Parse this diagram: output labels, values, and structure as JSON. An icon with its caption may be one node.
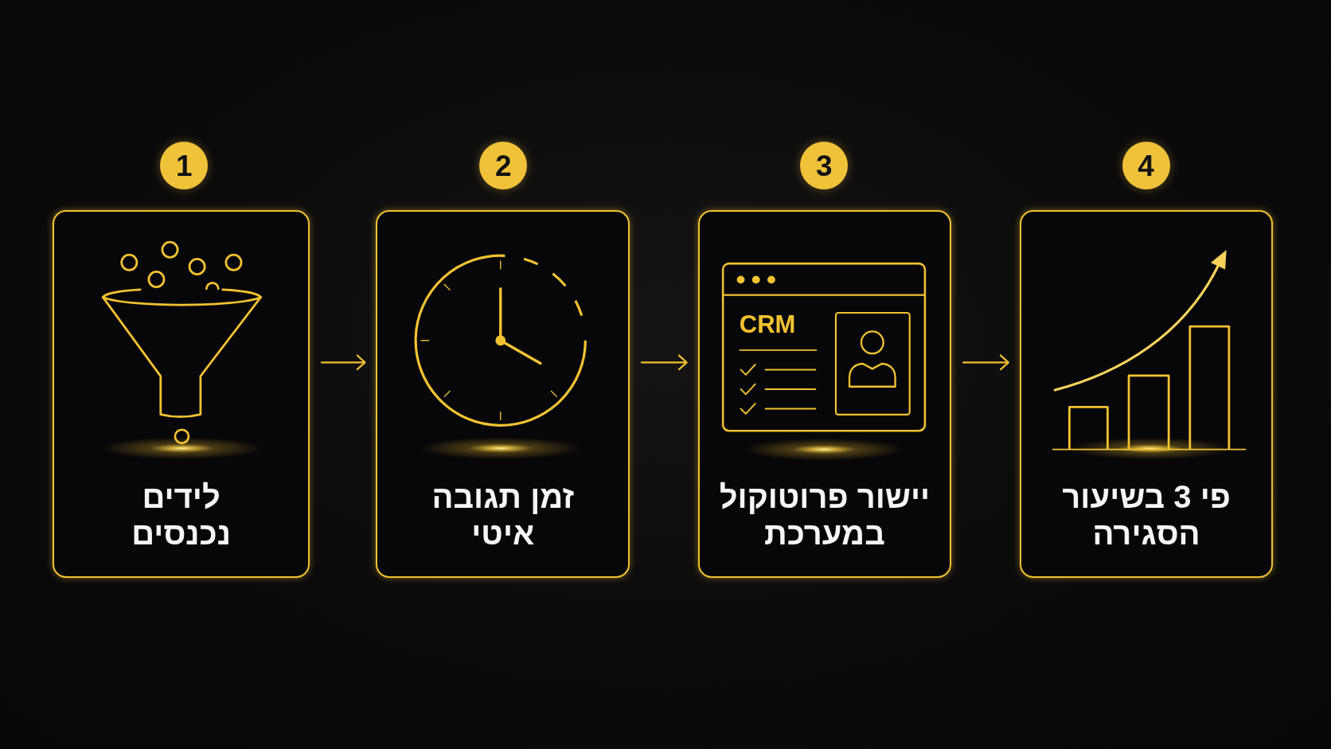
{
  "diagram": {
    "nodes": [
      {
        "text": [
          "1",
          "לידים נכנסים"
        ]
      },
      {
        "text": [
          "2",
          "זמן תגובה איטי"
        ]
      },
      {
        "text": [
          "3",
          "יישור פרוטוקול במערכת"
        ]
      },
      {
        "text": [
          "4",
          "פי 3 בשיעור הסגירה"
        ]
      }
    ],
    "edges": [
      {
        "from": 0,
        "to": 1,
        "arrow": "to"
      },
      {
        "from": 1,
        "to": 2,
        "arrow": "to"
      },
      {
        "from": 2,
        "to": 3,
        "arrow": "to"
      }
    ],
    "labels": [
      "CRM"
    ]
  }
}
